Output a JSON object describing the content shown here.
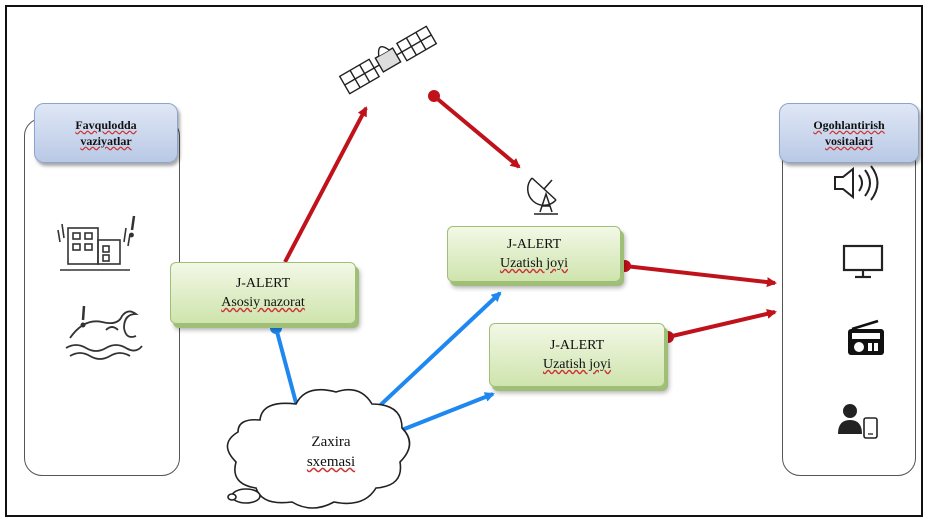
{
  "left_panel": {
    "header": "Favqulodda vaziyatlar"
  },
  "right_panel": {
    "header": "Ogohlantirish vositalari"
  },
  "main_node": {
    "line1": "J-ALERT",
    "line2": "Asosiy nazorat"
  },
  "tx_node_1": {
    "line1": "J-ALERT",
    "line2": "Uzatish joyi"
  },
  "tx_node_2": {
    "line1": "J-ALERT",
    "line2": "Uzatish joyi"
  },
  "backup": {
    "line1": "Zaxira",
    "line2": "sxemasi"
  },
  "colors": {
    "red_arrow": "#c0121b",
    "blue_arrow": "#1e88f0",
    "node_fill": "#d9ebbf",
    "header_fill": "#c9d6ee"
  },
  "icons": [
    "satellite-icon",
    "antenna-dish-icon",
    "building-alert-icon",
    "wave-alert-icon",
    "speaker-icon",
    "tv-icon",
    "radio-icon",
    "user-phone-icon"
  ]
}
